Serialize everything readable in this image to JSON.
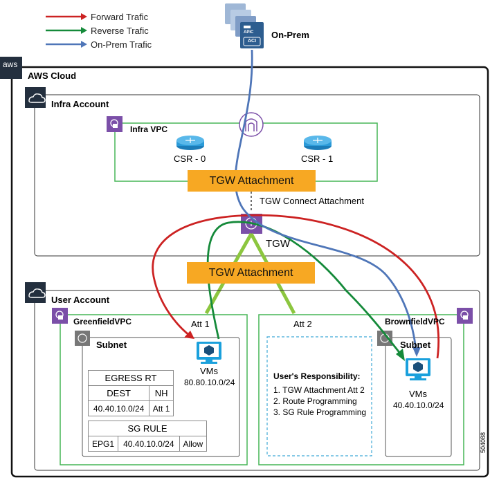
{
  "legend": {
    "forward": {
      "label": "Forward Trafic",
      "color": "#cc2222"
    },
    "reverse": {
      "label": "Reverse Trafic",
      "color": "#158a3a"
    },
    "onprem": {
      "label": "On-Prem Trafic",
      "color": "#4f76b8"
    }
  },
  "onprem": {
    "label": "On-Prem",
    "apic_label": "APIC",
    "aci_label": "ACI"
  },
  "aws": {
    "badge": "aws",
    "title": "AWS Cloud"
  },
  "infra": {
    "title": "Infra Account",
    "vpc_title": "Infra VPC",
    "csr0": "CSR - 0",
    "csr1": "CSR - 1",
    "tgw_attachment": "TGW Attachment",
    "connect_attachment": "TGW Connect Attachment",
    "tgw": "TGW"
  },
  "user": {
    "title": "User Account",
    "tgw_attachment": "TGW Attachment",
    "greenfield": {
      "title": "GreenfieldVPC",
      "att": "Att 1",
      "subnet": "Subnet",
      "vms": "VMs",
      "vms_ip": "80.80.10.0/24",
      "egress": {
        "title": "EGRESS RT",
        "headers": [
          "DEST",
          "NH"
        ],
        "row": [
          "40.40.10.0/24",
          "Att 1"
        ]
      },
      "sg": {
        "title": "SG RULE",
        "row": [
          "EPG1",
          "40.40.10.0/24",
          "Allow"
        ]
      }
    },
    "middle": {
      "att": "Att 2",
      "resp_title": "User's Responsibility:",
      "resp_items": [
        "1. TGW Attachment Att 2",
        "2. Route Programming",
        "3. SG Rule Programming"
      ]
    },
    "brownfield": {
      "title": "BrownfieldVPC",
      "subnet": "Subnet",
      "vms": "VMs",
      "vms_ip": "40.40.10.0/24"
    }
  },
  "figure_id": "504088",
  "colors": {
    "green": "#46b556",
    "orange": "#f7a823",
    "purple": "#7b4fa8",
    "blue_vm": "#1aa0dc",
    "tgw_line": "#8cc63f"
  }
}
